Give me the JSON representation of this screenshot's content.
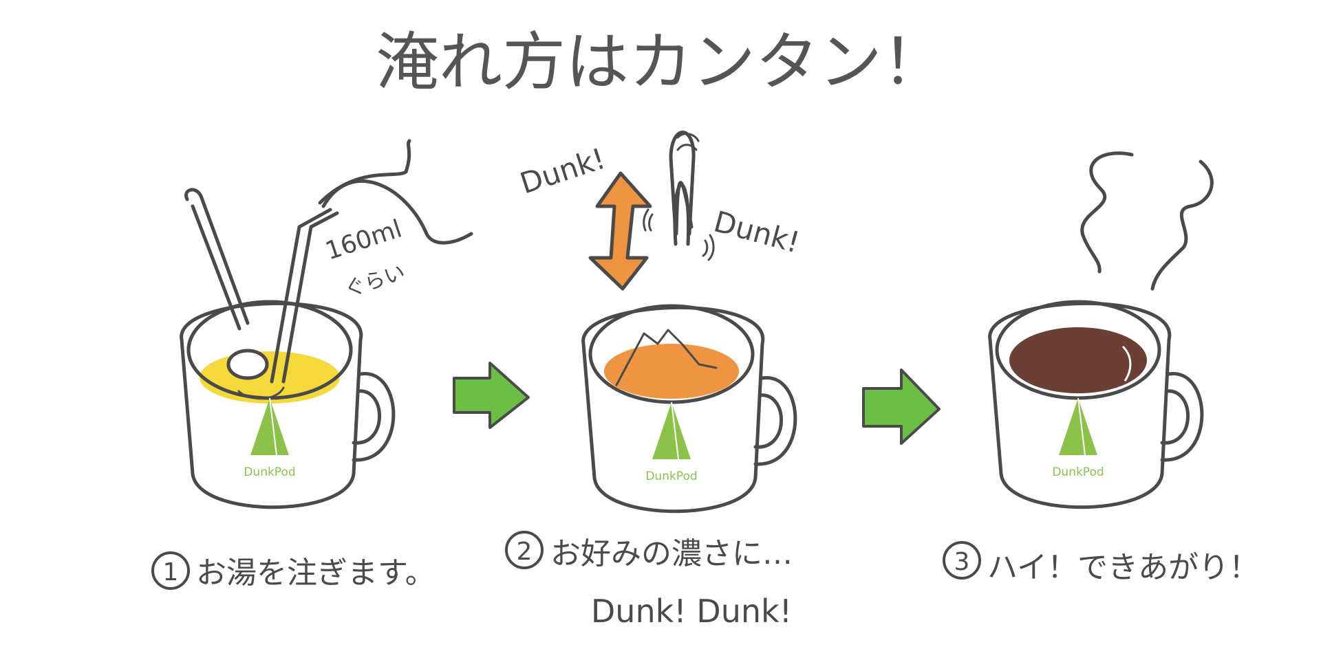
{
  "title": "淹れ方はカンタン！",
  "annotations": {
    "amount_line1": "160ml",
    "amount_line2": "ぐらい",
    "dunk_top": "Dunk!",
    "dunk_right": "Dunk!"
  },
  "mug_logo": "DunkPod",
  "steps": [
    {
      "number": "1",
      "text": "お湯を注ぎます。"
    },
    {
      "number": "2",
      "text": "お好みの濃さに…",
      "text2": "Dunk! Dunk!"
    },
    {
      "number": "3",
      "text": "ハイ！できあがり！"
    }
  ],
  "colors": {
    "hot_water": "#f5d93a",
    "steeping_tea": "#ef9441",
    "finished_tea": "#6b3f36",
    "logo_green": "#8bc34a",
    "arrow_green": "#6cbf45",
    "ink": "#4a4a4a"
  }
}
